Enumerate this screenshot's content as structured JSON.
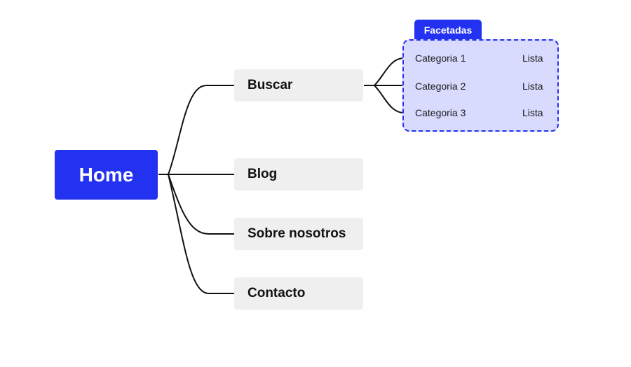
{
  "root": {
    "label": "Home"
  },
  "branches": [
    {
      "label": "Buscar"
    },
    {
      "label": "Blog"
    },
    {
      "label": "Sobre nosotros"
    },
    {
      "label": "Contacto"
    }
  ],
  "facet_group": {
    "label": "Facetadas",
    "items": [
      {
        "category": "Categoria 1",
        "target": "Lista"
      },
      {
        "category": "Categoria 2",
        "target": "Lista"
      },
      {
        "category": "Categoria 3",
        "target": "Lista"
      }
    ]
  },
  "colors": {
    "accent": "#2331f0",
    "node_background": "#efefef",
    "facet_background": "#d8dafe",
    "connector": "#111111"
  }
}
